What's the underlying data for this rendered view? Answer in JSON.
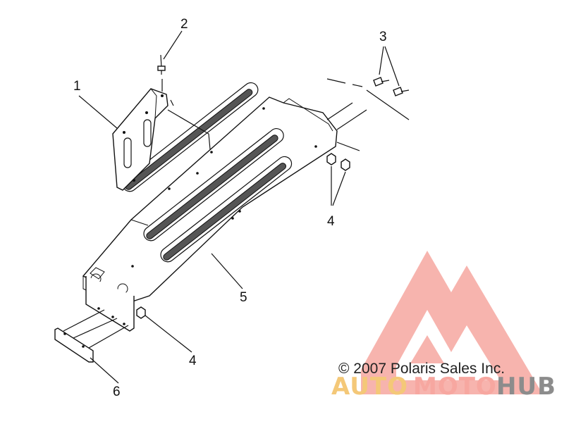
{
  "callouts": {
    "c1": "1",
    "c2": "2",
    "c3": "3",
    "c4a": "4",
    "c4b": "4",
    "c5": "5",
    "c6": "6"
  },
  "copyright": "© 2007 Polaris Sales Inc.",
  "watermark": {
    "word1": "AUTO",
    "word2": "MOTO",
    "word3": "HUB",
    "color_auto": "#f4c878",
    "color_moto": "#f7a7a0",
    "color_hub": "#8c8c8c",
    "logo_color": "#f38a80"
  }
}
